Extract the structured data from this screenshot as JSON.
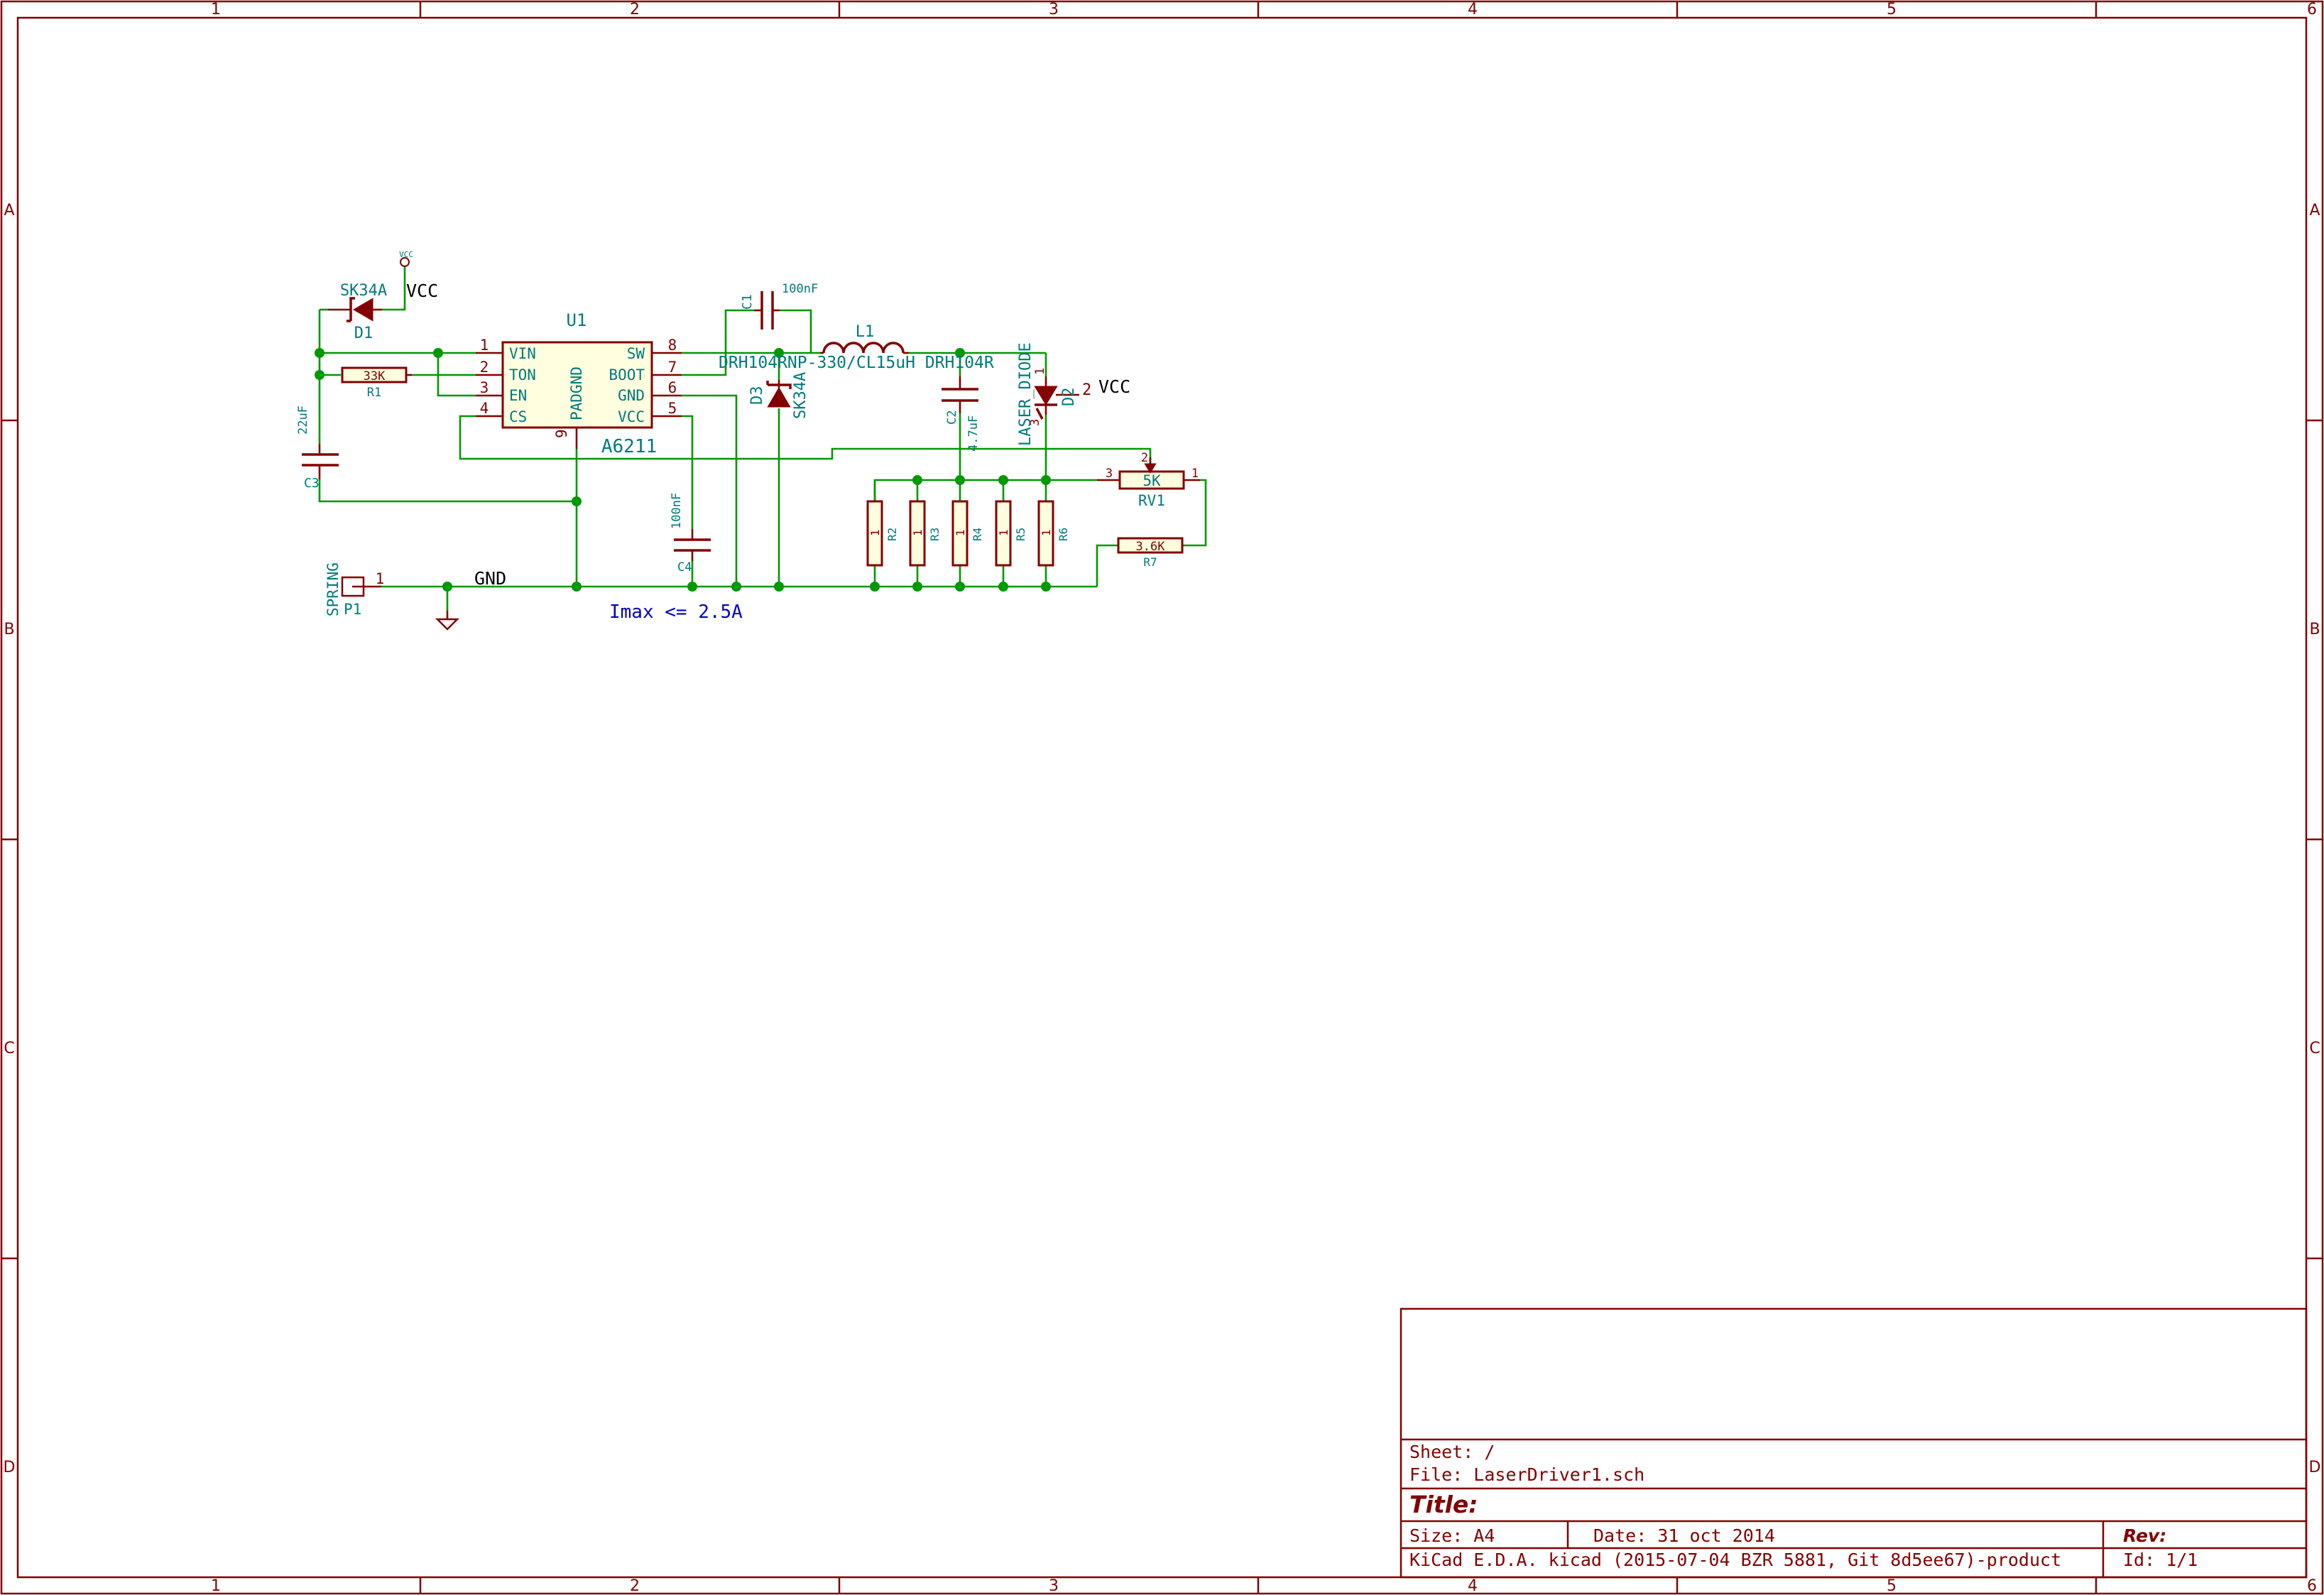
{
  "frame": {
    "column_labels": [
      "1",
      "2",
      "3",
      "4",
      "5",
      "6"
    ],
    "row_labels": [
      "A",
      "B",
      "C",
      "D"
    ]
  },
  "schematic": {
    "u1": {
      "ref": "U1",
      "value": "A6211",
      "pins_left": [
        {
          "num": "1",
          "name": "VIN"
        },
        {
          "num": "2",
          "name": "TON"
        },
        {
          "num": "3",
          "name": "EN"
        },
        {
          "num": "4",
          "name": "CS"
        }
      ],
      "pins_right": [
        {
          "num": "8",
          "name": "SW"
        },
        {
          "num": "7",
          "name": "BOOT"
        },
        {
          "num": "6",
          "name": "GND"
        },
        {
          "num": "5",
          "name": "VCC"
        }
      ],
      "pin_bottom": {
        "num": "9",
        "name": "PADGND"
      }
    },
    "d1": {
      "ref": "D1",
      "value": "SK34A"
    },
    "d2": {
      "ref": "D2",
      "value": "LASER_DIODE",
      "pin1": "1",
      "pin2": "2",
      "pin3": "3"
    },
    "d3": {
      "ref": "D3",
      "value": "SK34A"
    },
    "r1": {
      "ref": "R1",
      "value": "33K"
    },
    "r2": {
      "ref": "R2",
      "value": "1"
    },
    "r3": {
      "ref": "R3",
      "value": "1"
    },
    "r4": {
      "ref": "R4",
      "value": "1"
    },
    "r5": {
      "ref": "R5",
      "value": "1"
    },
    "r6": {
      "ref": "R6",
      "value": "1"
    },
    "r7": {
      "ref": "R7",
      "value": "3.6K"
    },
    "rv1": {
      "ref": "RV1",
      "value": "5K",
      "pin1": "1",
      "pin2": "2",
      "pin3": "3"
    },
    "c1": {
      "ref": "C1",
      "value": "100nF"
    },
    "c2": {
      "ref": "C2",
      "value": "4.7uF"
    },
    "c3": {
      "ref": "C3",
      "value": "22uF"
    },
    "c4": {
      "ref": "C4",
      "value": "100nF"
    },
    "l1": {
      "ref": "L1",
      "value": "DRH104RNP-330/CL15uH DRH104R"
    },
    "p1": {
      "ref": "P1",
      "value": "SPRING",
      "pin": "1"
    },
    "vcc_power_tiny": "VCC",
    "net_vcc_top": "VCC",
    "net_vcc_right": "VCC",
    "net_gnd": "GND",
    "note": "Imax <= 2.5A"
  },
  "title_block": {
    "sheet": "Sheet: /",
    "file": "File: LaserDriver1.sch",
    "title": "Title:",
    "size": "Size: A4",
    "date": "Date: 31 oct 2014",
    "rev": "Rev:",
    "tool": "KiCad E.D.A.  kicad (2015-07-04 BZR 5881, Git 8d5ee67)-product",
    "id": "Id: 1/1"
  },
  "colors": {
    "wire": "#009900",
    "component": "#840000",
    "reference": "#007a7a",
    "note": "#0000cc"
  }
}
